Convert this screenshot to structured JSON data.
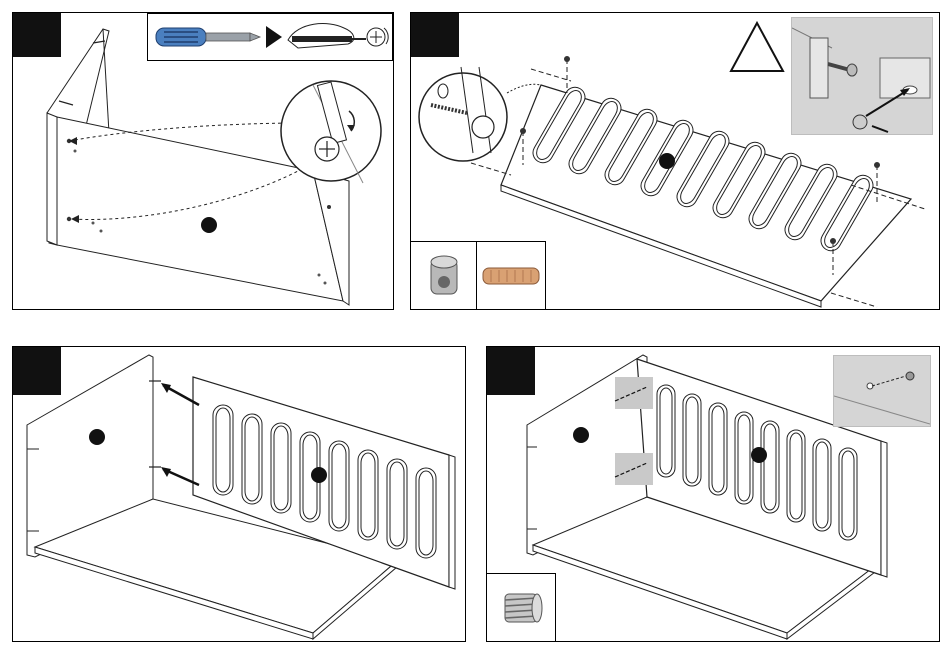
{
  "manual": {
    "steps": [
      {
        "id": "step-a",
        "label": "",
        "parts": [
          "screwdriver",
          "cam-lock-insert"
        ]
      },
      {
        "id": "step-b",
        "label": "",
        "parts": [
          "cam-barrel-nut",
          "wooden-dowel"
        ],
        "warning": true
      },
      {
        "id": "step-c",
        "label": "",
        "parts": [
          "slatted-back-panel"
        ]
      },
      {
        "id": "step-d",
        "label": "",
        "parts": [
          "threaded-insert"
        ]
      }
    ],
    "icons": [
      "screwdriver-icon",
      "hand-turning-icon",
      "rotate-clockwise-icon",
      "warning-triangle-icon",
      "arrow-icon"
    ]
  }
}
